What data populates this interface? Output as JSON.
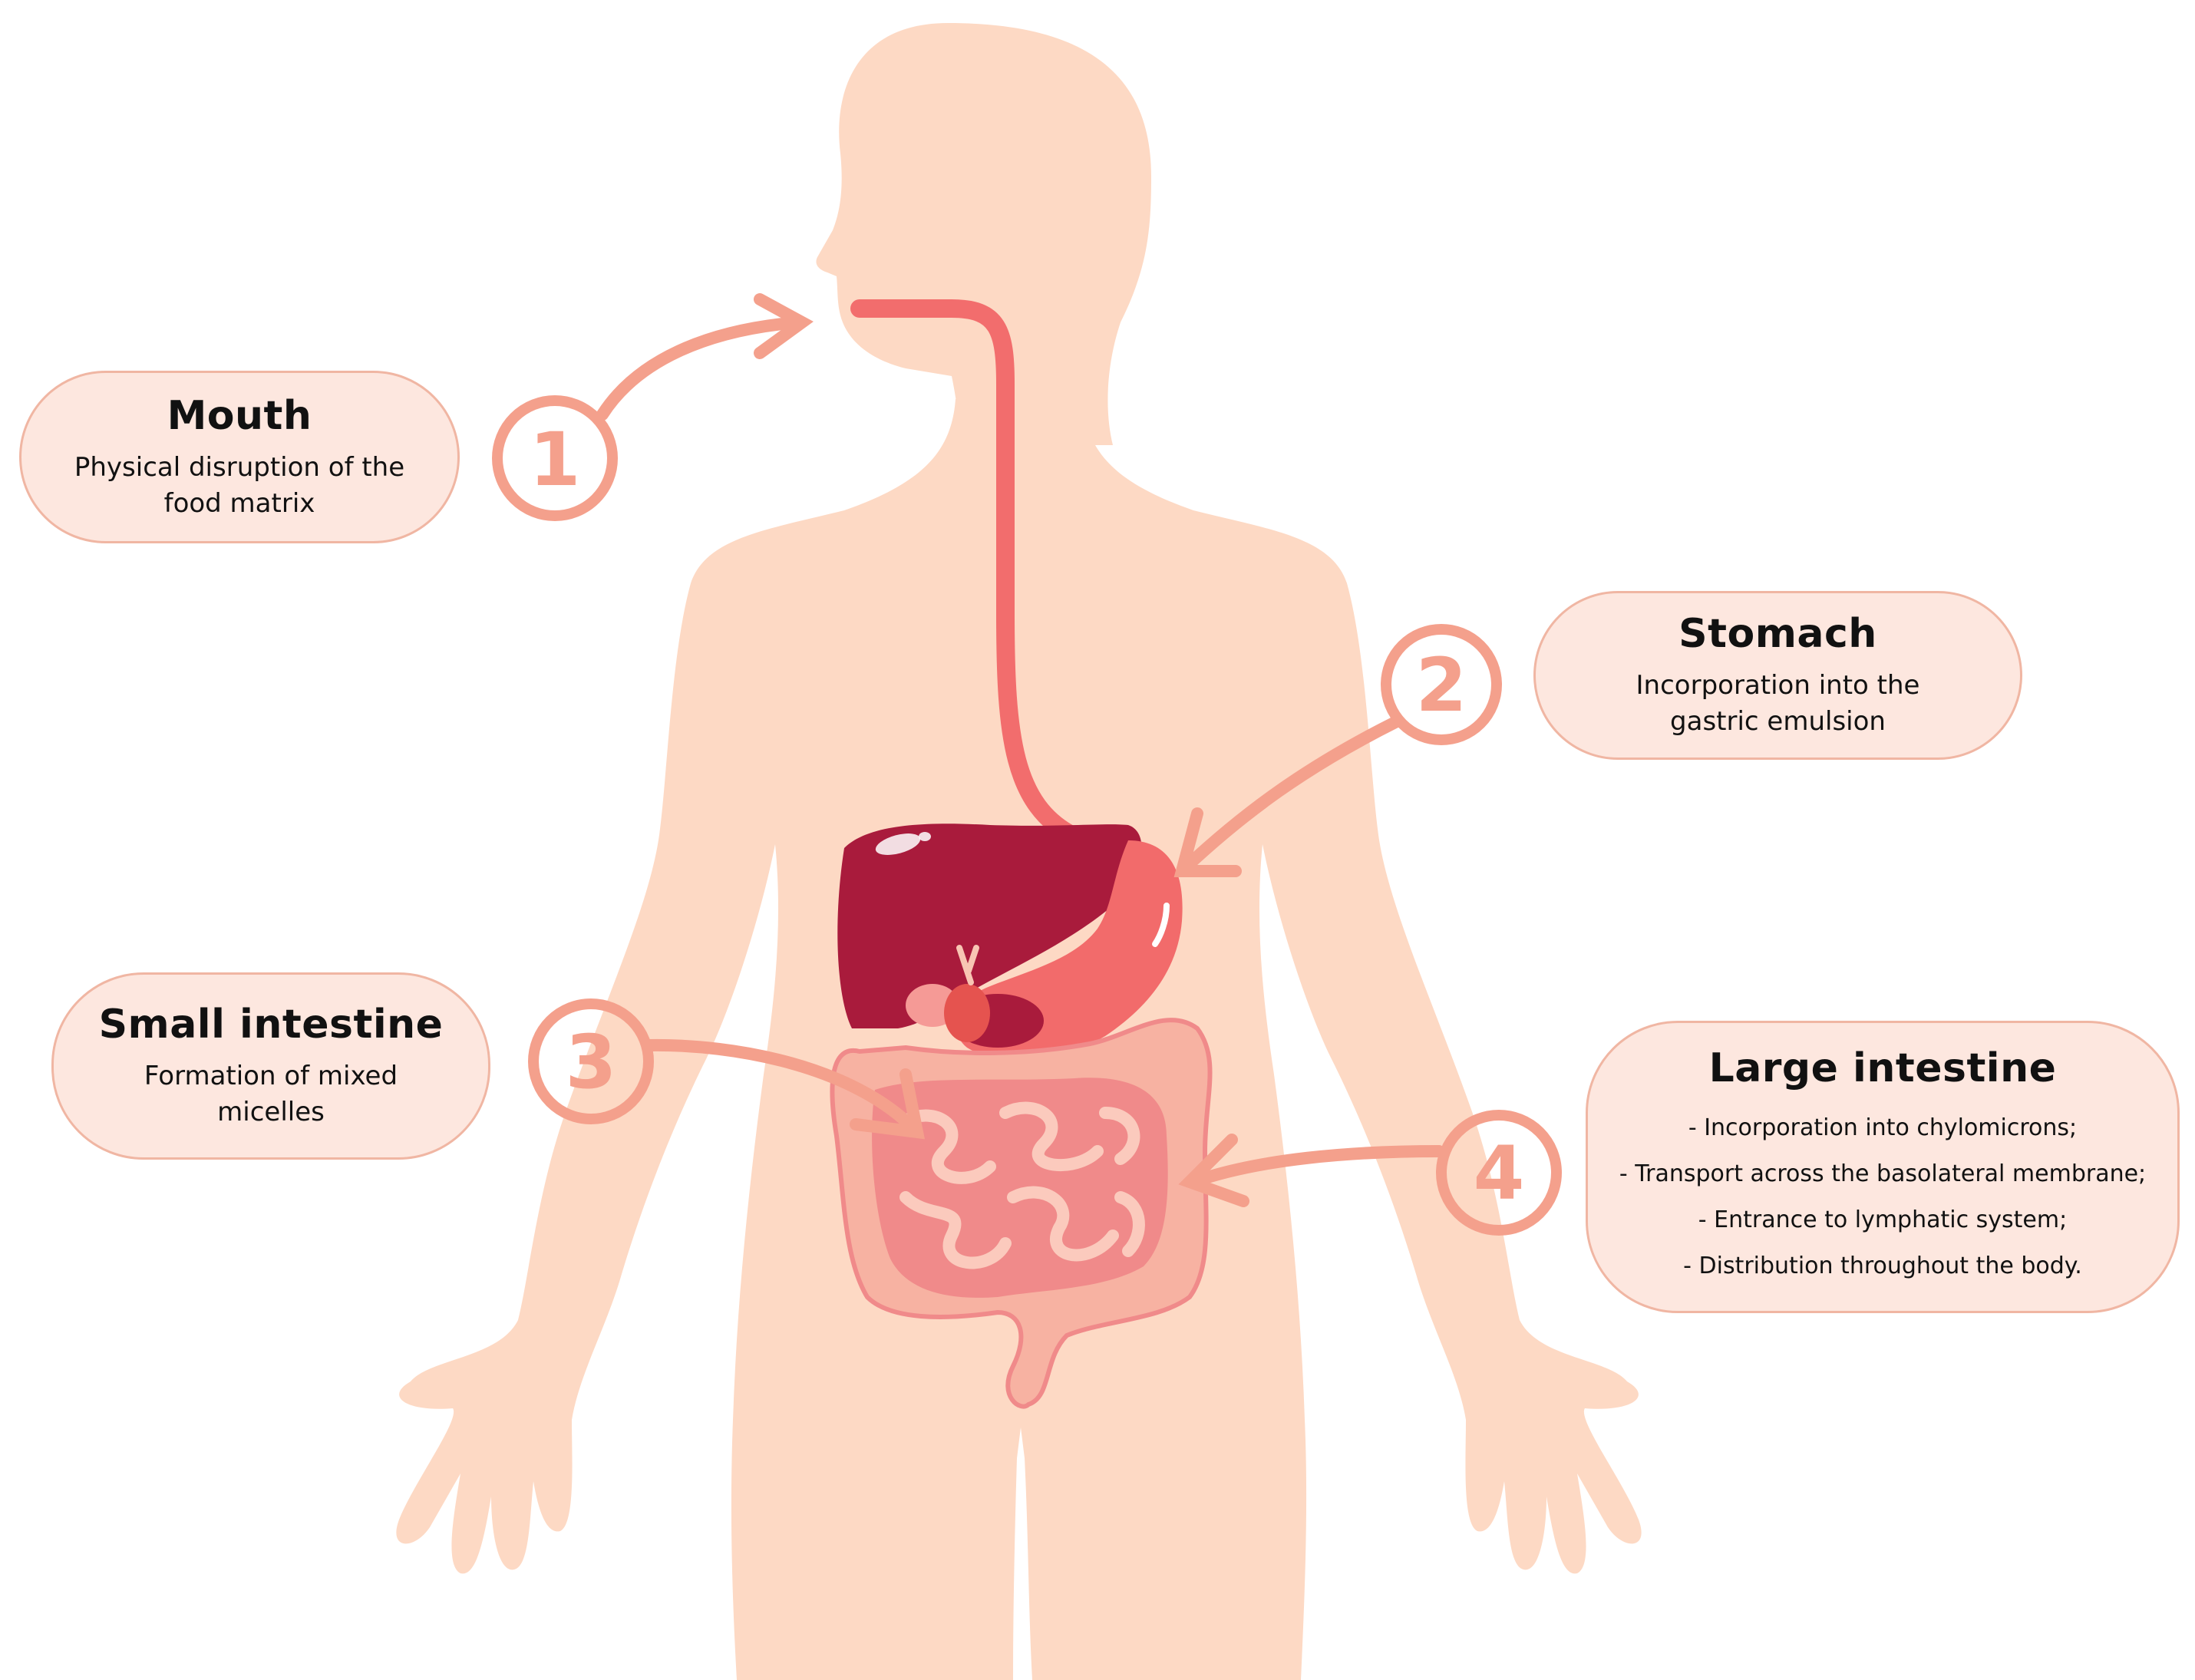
{
  "steps": [
    {
      "number": "1",
      "title": "Mouth",
      "description": "Physical disruption of the food matrix"
    },
    {
      "number": "2",
      "title": "Stomach",
      "description": "Incorporation into the gastric emulsion"
    },
    {
      "number": "3",
      "title": "Small intestine",
      "description": "Formation of mixed micelles"
    },
    {
      "number": "4",
      "title": "Large intestine",
      "items": [
        "- Incorporation into chylomicrons;",
        "- Transport across the basolateral membrane;",
        "- Entrance to lymphatic system;",
        "- Distribution throughout the body."
      ]
    }
  ],
  "colors": {
    "body": "#fdd9c4",
    "esophagus": "#f26d6d",
    "liver": "#a91b3c",
    "stomach": "#f26b6b",
    "small_intestine": "#f08a8a",
    "large_intestine": "#f7b2a2",
    "arrow": "#f4a08c",
    "label_fill": "#fde7df",
    "label_border": "#f0b6a3"
  }
}
